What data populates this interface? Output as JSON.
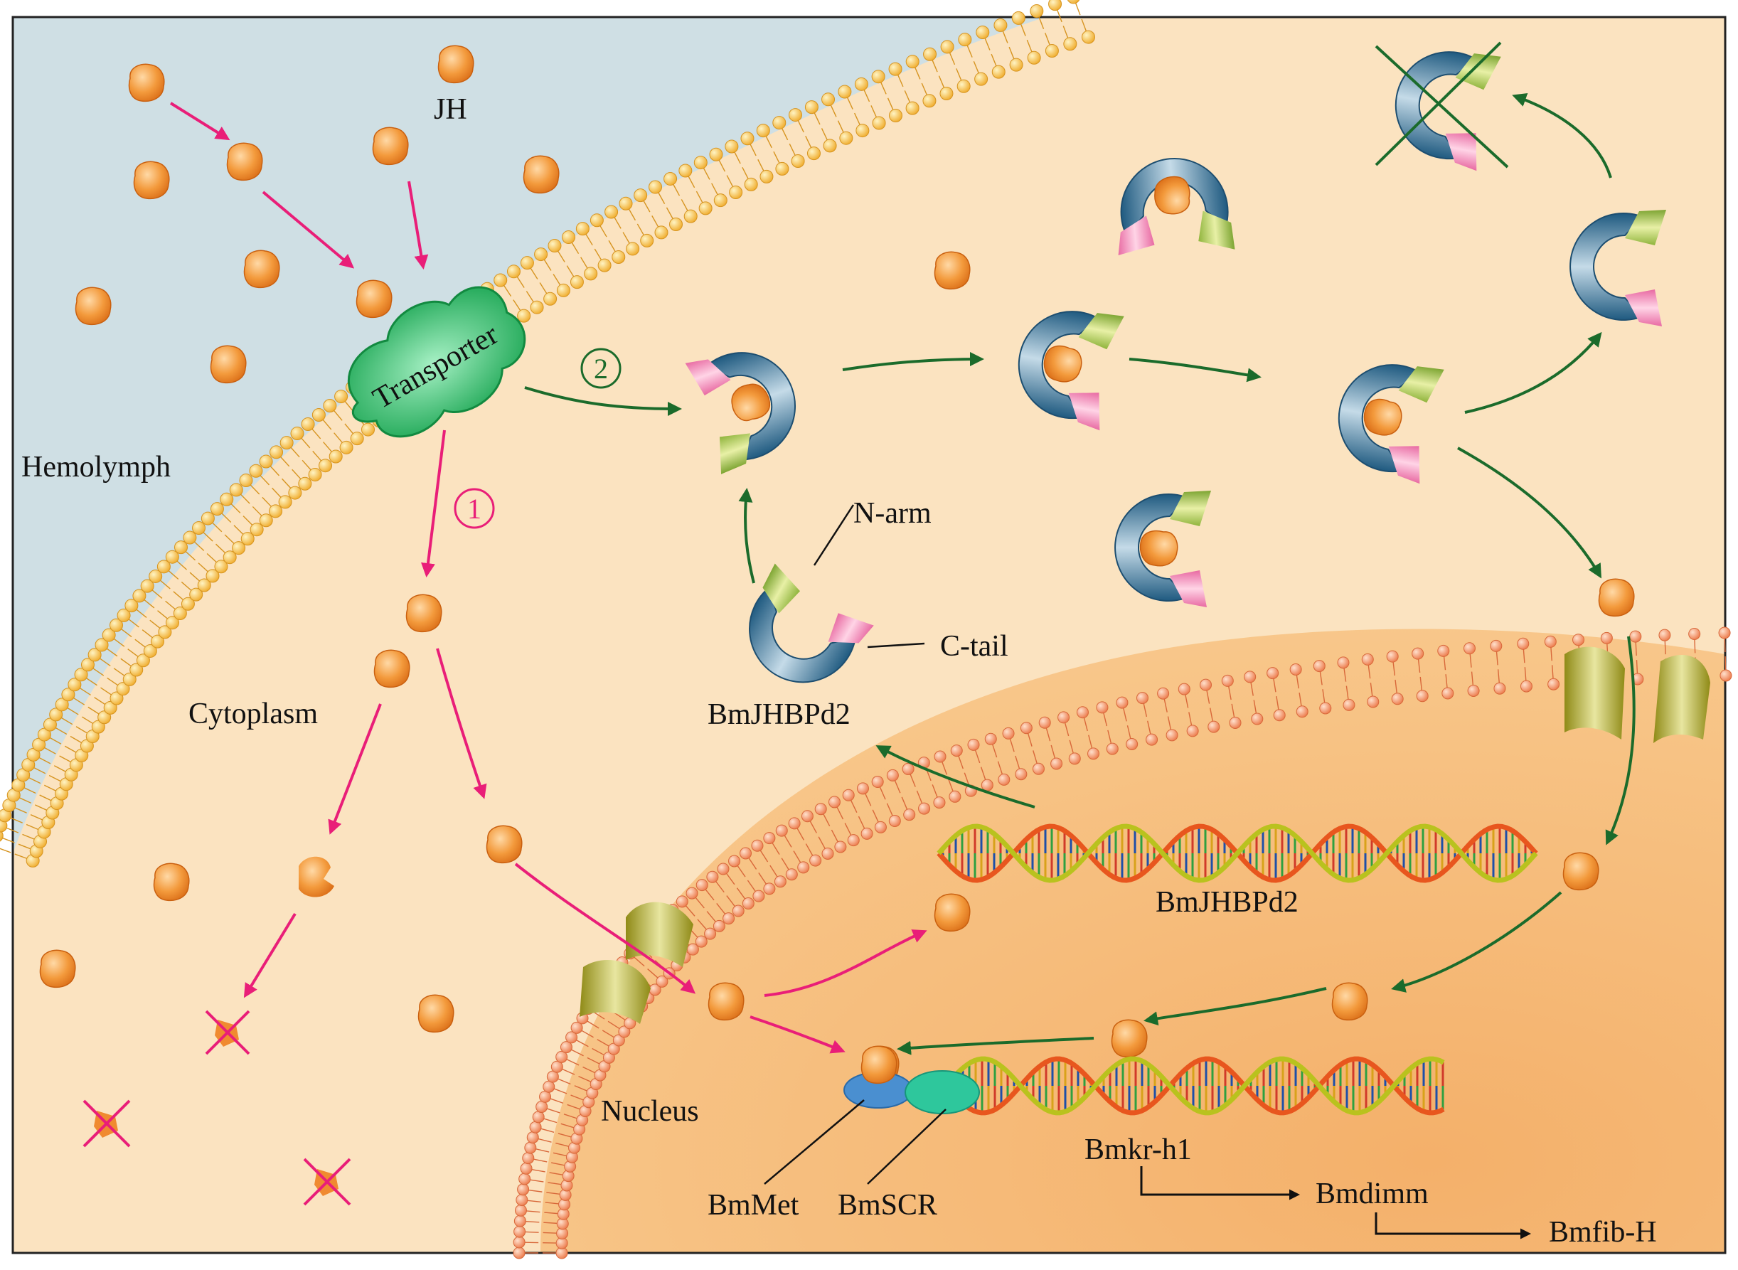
{
  "labels": {
    "jh": "JH",
    "hemolymph": "Hemolymph",
    "transporter": "Transporter",
    "cytoplasm": "Cytoplasm",
    "nucleus": "Nucleus",
    "n_arm": "N-arm",
    "c_tail": "C-tail",
    "protein": "BmJHBPd2",
    "gene": "BmJHBPd2",
    "bmmet": "BmMet",
    "bmscr": "BmSCR",
    "bmkr": "Bmkr-h1",
    "bmdimm": "Bmdimm",
    "bmfib": "Bmfib-H"
  },
  "pathway_markers": {
    "pathway_1": "1",
    "pathway_2": "2"
  },
  "colors": {
    "hemolymph": "#cfdfe4",
    "cytoplasm": "#fbe3c0",
    "nucleus": "#f6b976",
    "membrane_head": "#f2b53a",
    "nuclear_head": "#f08a5a",
    "pathway_1_arrow": "#e91e78",
    "pathway_2_arrow": "#1b6b2b",
    "jh_molecule": "#f0892e",
    "protein_blue": "#2f6a92",
    "n_arm_green": "#a9c94a",
    "c_tail_pink": "#f07fb0",
    "transporter": "#1eb45a",
    "pore": "#b9b524",
    "bmmet": "#4a8fd0",
    "bmscr": "#2ec79c"
  }
}
